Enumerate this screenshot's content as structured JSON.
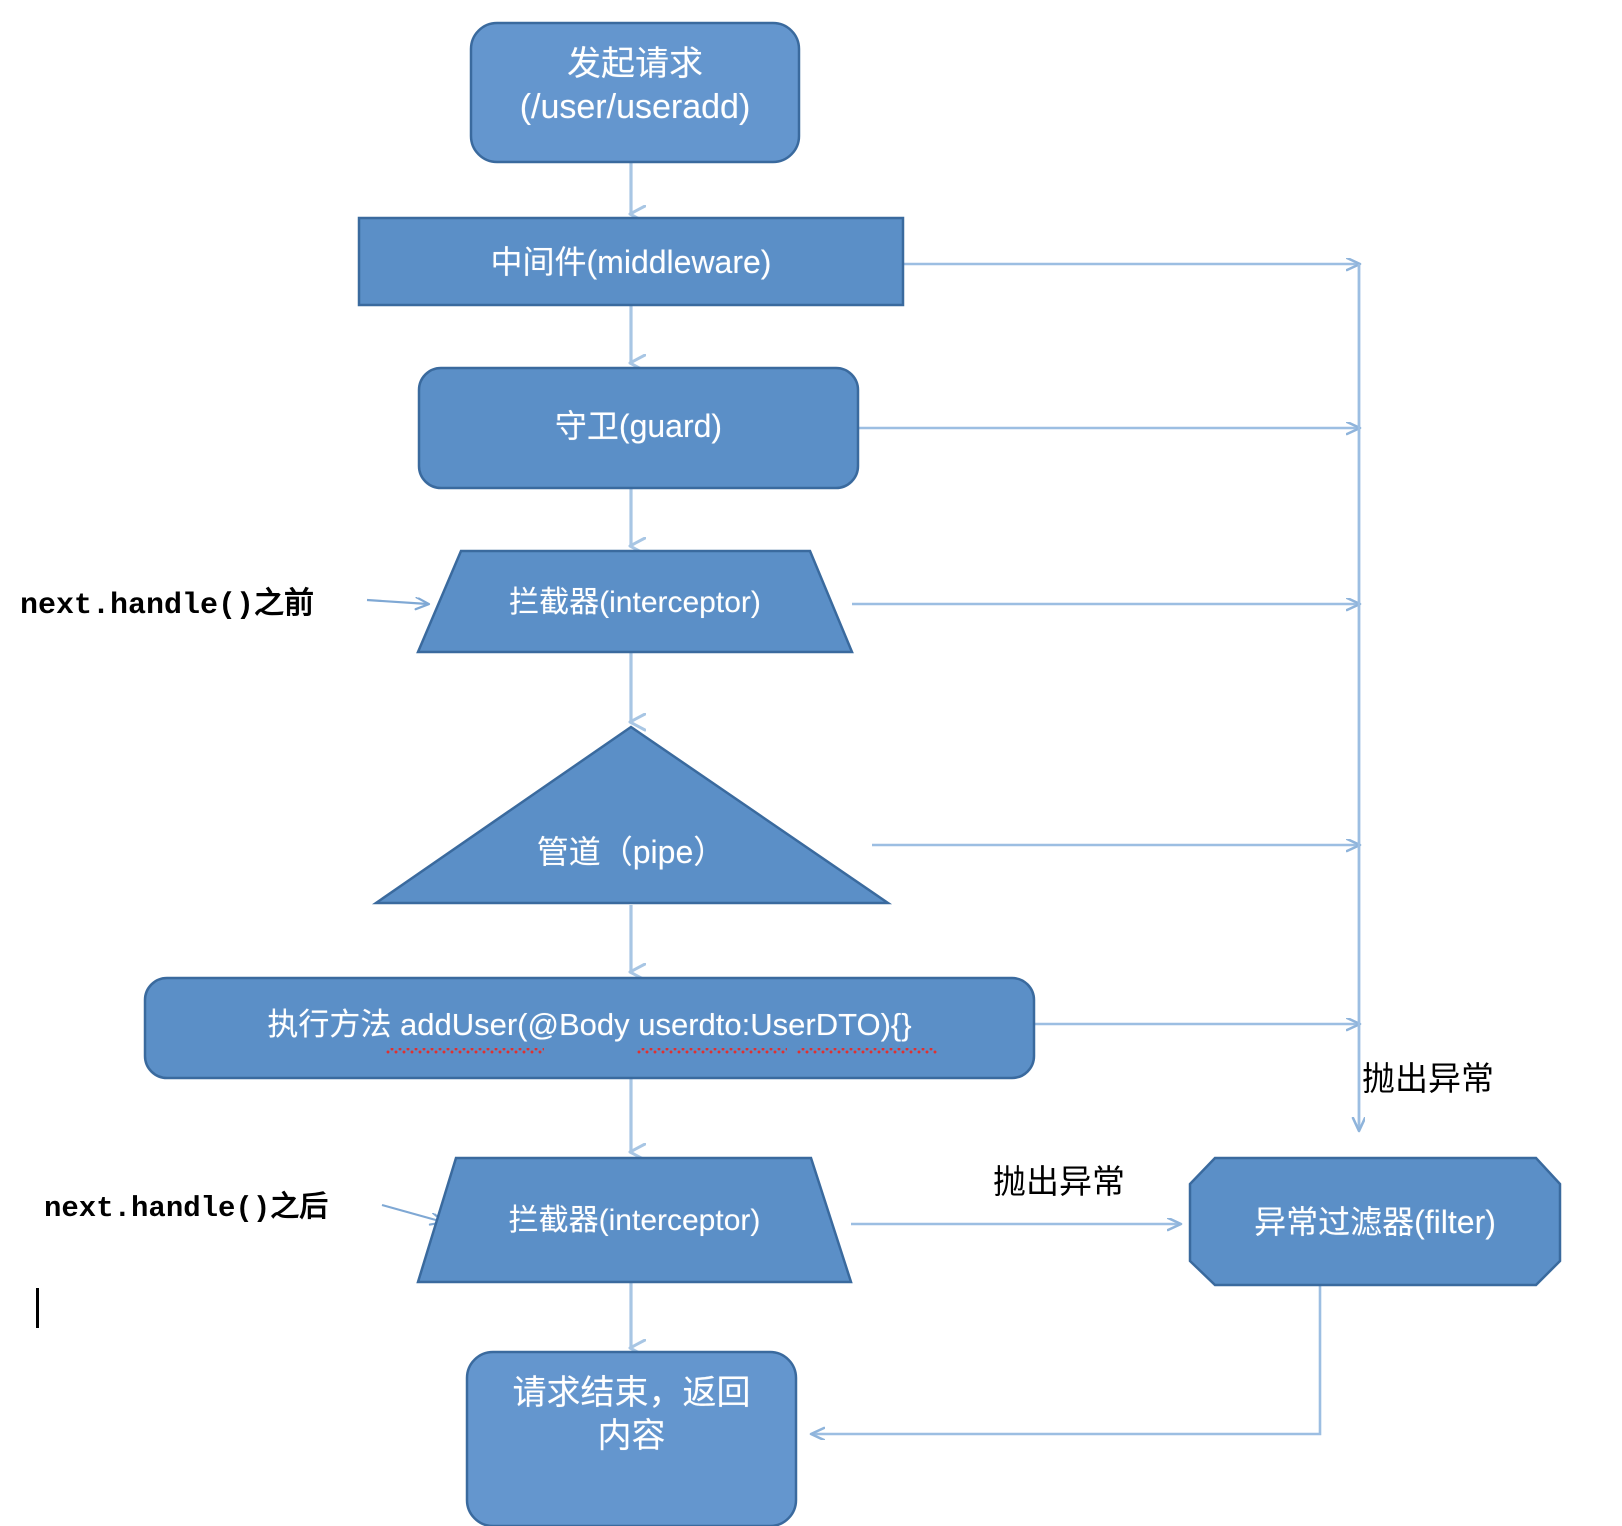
{
  "diagram": {
    "title": "NestJS request lifecycle flowchart",
    "palette": {
      "shape_fill": "#5B8FC7",
      "shape_fill_alt": "#6496CE",
      "shape_stroke": "#3A6A9E",
      "arrow_color": "#8FB4DB",
      "arrow_color_dark": "#7FA8D4",
      "text_color": "#FFFFFF",
      "label_color": "#000000",
      "spellcheck_underline": "#E03030",
      "background": "#FFFFFF"
    },
    "nodes": [
      {
        "id": "request",
        "shape": "rounded-rectangle",
        "label": "发起请求\n(/user/useradd)"
      },
      {
        "id": "middleware",
        "shape": "rectangle",
        "label": "中间件(middleware)"
      },
      {
        "id": "guard",
        "shape": "rounded-rectangle",
        "label": "守卫(guard)"
      },
      {
        "id": "interceptor-before",
        "shape": "trapezoid",
        "label": "拦截器(interceptor)"
      },
      {
        "id": "pipe",
        "shape": "triangle",
        "label": "管道（pipe）"
      },
      {
        "id": "handler",
        "shape": "rounded-rectangle",
        "label": "执行方法 addUser(@Body userdto:UserDTO){}"
      },
      {
        "id": "interceptor-after",
        "shape": "trapezoid",
        "label": "拦截器(interceptor)"
      },
      {
        "id": "filter",
        "shape": "octagon",
        "label": "异常过滤器(filter)"
      },
      {
        "id": "response",
        "shape": "rounded-rectangle",
        "label": "请求结束，返回\n内容"
      }
    ],
    "edge_labels": {
      "before_handle": "next.handle()之前",
      "after_handle": "next.handle()之后",
      "throw_exception_right": "抛出异常",
      "throw_exception_bottom": "抛出异常"
    }
  }
}
